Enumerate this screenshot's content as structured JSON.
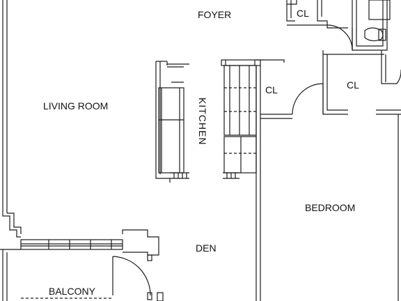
{
  "rooms": {
    "foyer": "FOYER",
    "closet_foyer": "CL",
    "living_room": "LIVING ROOM",
    "kitchen": "KITCHEN",
    "closet_hall": "CL",
    "closet_bedroom": "CL",
    "bedroom": "BEDROOM",
    "den": "DEN",
    "balcony": "BALCONY"
  },
  "colors": {
    "wall": "#1a1a1a",
    "background": "#ffffff",
    "label": "#111111"
  }
}
